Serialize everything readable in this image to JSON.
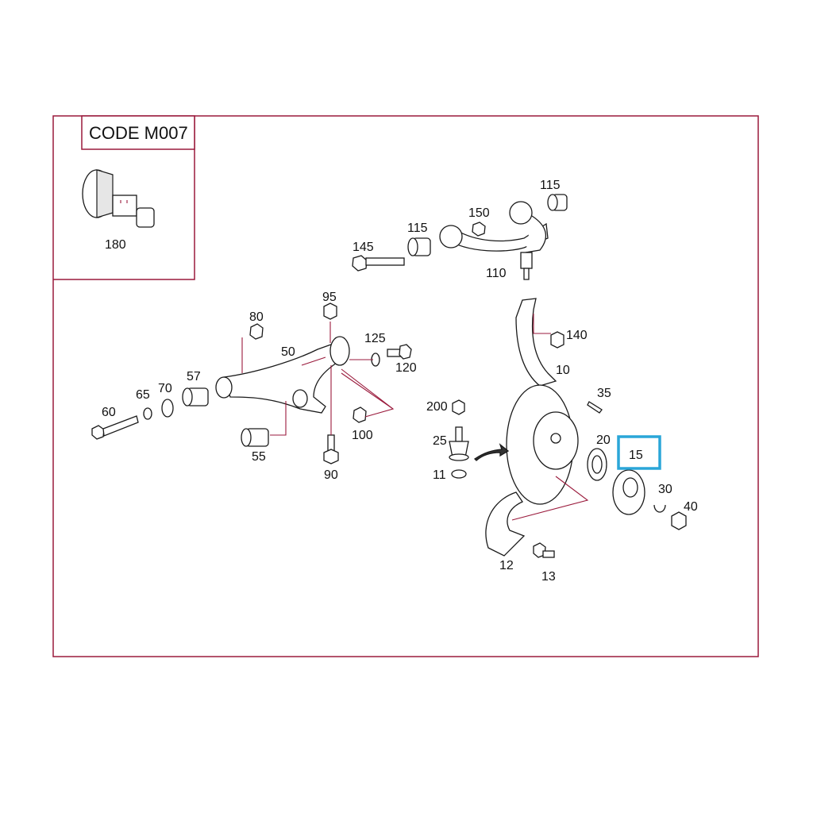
{
  "diagram": {
    "code_box": {
      "label": "CODE M007",
      "part": "180"
    },
    "callouts": {
      "c115a": "115",
      "c115b": "115",
      "c150": "150",
      "c145": "145",
      "c110": "110",
      "c95": "95",
      "c80": "80",
      "c50": "50",
      "c125": "125",
      "c120": "120",
      "c57": "57",
      "c65": "65",
      "c70": "70",
      "c60": "60",
      "c55": "55",
      "c100": "100",
      "c90": "90",
      "c140": "140",
      "c10": "10",
      "c35": "35",
      "c200": "200",
      "c25": "25",
      "c11": "11",
      "c20": "20",
      "c15": "15",
      "c30": "30",
      "c40": "40",
      "c12": "12",
      "c13": "13"
    },
    "highlight": {
      "part": "15",
      "color": "#2aa6d8"
    },
    "colors": {
      "leader": "#9a1a3c",
      "frame": "#9a1a3c",
      "highlight": "#2aa6d8"
    }
  }
}
